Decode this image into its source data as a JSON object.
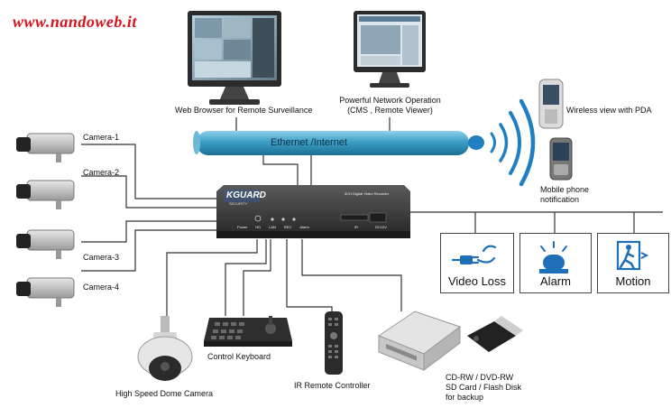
{
  "watermark": "www.nandoweb.it",
  "network_bar": "Ethernet /Internet",
  "dvr": {
    "brand": "KGUARD",
    "brand_sub": "SECURITY",
    "model_label": "4CH Digital Video Recorder",
    "indicators": [
      "Power",
      "HD",
      "LAN",
      "REC",
      "Alarm"
    ],
    "right_labels": [
      "IR",
      "DC12V"
    ]
  },
  "labels": {
    "web_browser": "Web Browser for Remote Surveillance",
    "network_operation_1": "Powerful Network Operation",
    "network_operation_2": "(CMS , Remote Viewer)",
    "pda": "Wireless view with PDA",
    "mobile_1": "Mobile phone",
    "mobile_2": "notification",
    "camera_1": "Camera-1",
    "camera_2": "Camera-2",
    "camera_3": "Camera-3",
    "camera_4": "Camera-4",
    "dome": "High Speed Dome Camera",
    "keyboard": "Control Keyboard",
    "remote": "IR Remote Controller",
    "backup_1": "CD-RW / DVD-RW",
    "backup_2": "SD Card / Flash Disk",
    "backup_3": "for backup"
  },
  "alarm_boxes": [
    {
      "label": "Video Loss",
      "icon": "video-loss-icon"
    },
    {
      "label": "Alarm",
      "icon": "alarm-siren-icon"
    },
    {
      "label": "Motion",
      "icon": "motion-icon"
    }
  ],
  "colors": {
    "watermark": "#d8141c",
    "ethernet_bar": "#3d9fc6",
    "signal": "#1f7fc0",
    "icon_blue": "#1e6fb8"
  }
}
